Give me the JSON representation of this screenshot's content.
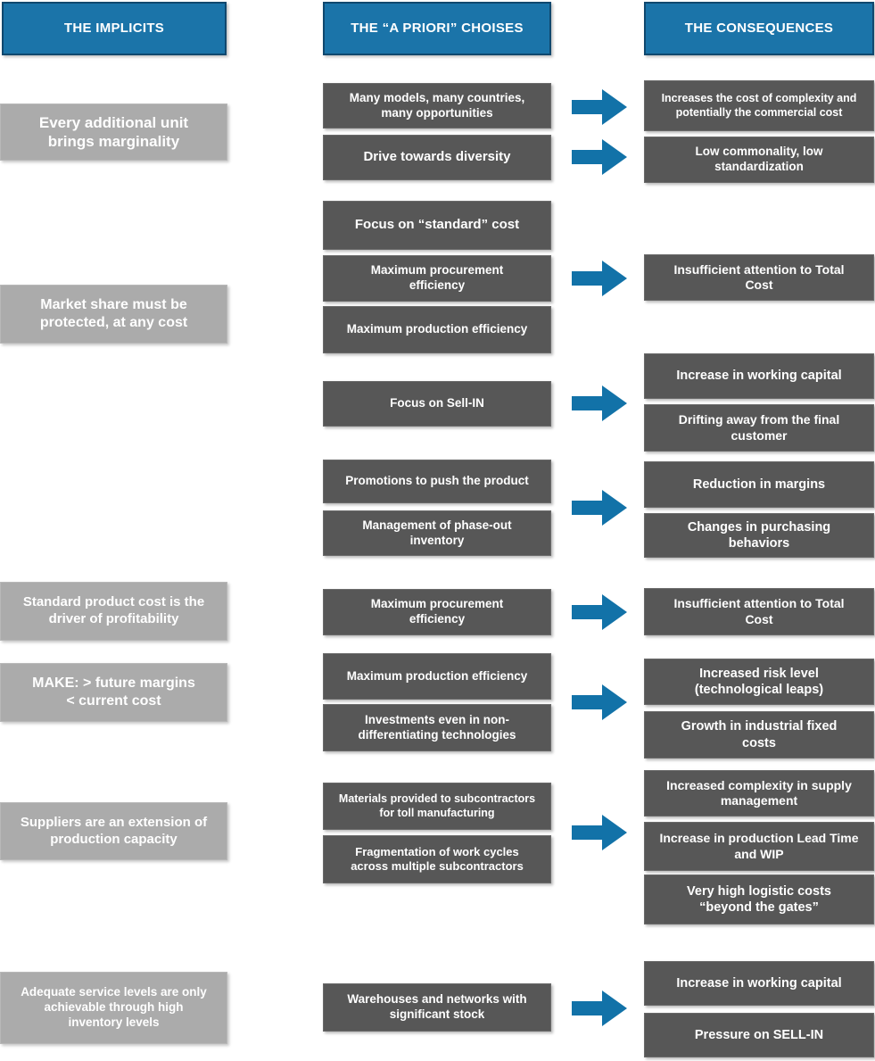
{
  "colors": {
    "header_blue": "#1b74a9",
    "header_border": "#10486e",
    "dark_box": "#575757",
    "light_box": "#ababab",
    "arrow_blue": "#1272a8",
    "text": "#ffffff"
  },
  "headers": [
    "THE IMPLICITS",
    "THE “A PRIORI” CHOISES",
    "THE CONSEQUENCES"
  ],
  "implicits": [
    "Every additional unit\nbrings marginality",
    "Market share must be\nprotected, at any cost",
    "Standard product cost is the\ndriver of profitability",
    "MAKE: > future margins\n< current cost",
    "Suppliers are an extension of\nproduction capacity",
    "Adequate service levels are only\nachievable through high\ninventory levels"
  ],
  "choices": [
    "Many models, many countries,\nmany opportunities",
    "Drive towards diversity",
    "Focus on “standard” cost",
    "Maximum procurement\nefficiency",
    "Maximum production efficiency",
    "Focus on Sell-IN",
    "Promotions to push the product",
    "Management of phase-out\ninventory",
    "Maximum procurement\nefficiency",
    "Maximum production efficiency",
    "Investments even in non-\ndifferentiating technologies",
    "Materials provided to subcontractors\nfor toll manufacturing",
    "Fragmentation of work cycles\nacross multiple subcontractors",
    "Warehouses and networks with\nsignificant stock"
  ],
  "consequences": [
    "Increases the cost of complexity and\npotentially the commercial cost",
    "Low commonality, low\nstandardization",
    "Insufficient attention to Total\nCost",
    "Increase in working capital",
    "Drifting away from the final\ncustomer",
    "Reduction in margins",
    "Changes in purchasing\nbehaviors",
    "Insufficient attention to Total\nCost",
    "Increased risk level\n(technological leaps)",
    "Growth in industrial fixed\ncosts",
    "Increased complexity in supply\nmanagement",
    "Increase in production Lead Time\nand WIP",
    "Very high logistic costs\n“beyond the gates”",
    "Increase in working capital",
    "Pressure on SELL-IN"
  ],
  "icons": {
    "arrow": "right-arrow"
  }
}
